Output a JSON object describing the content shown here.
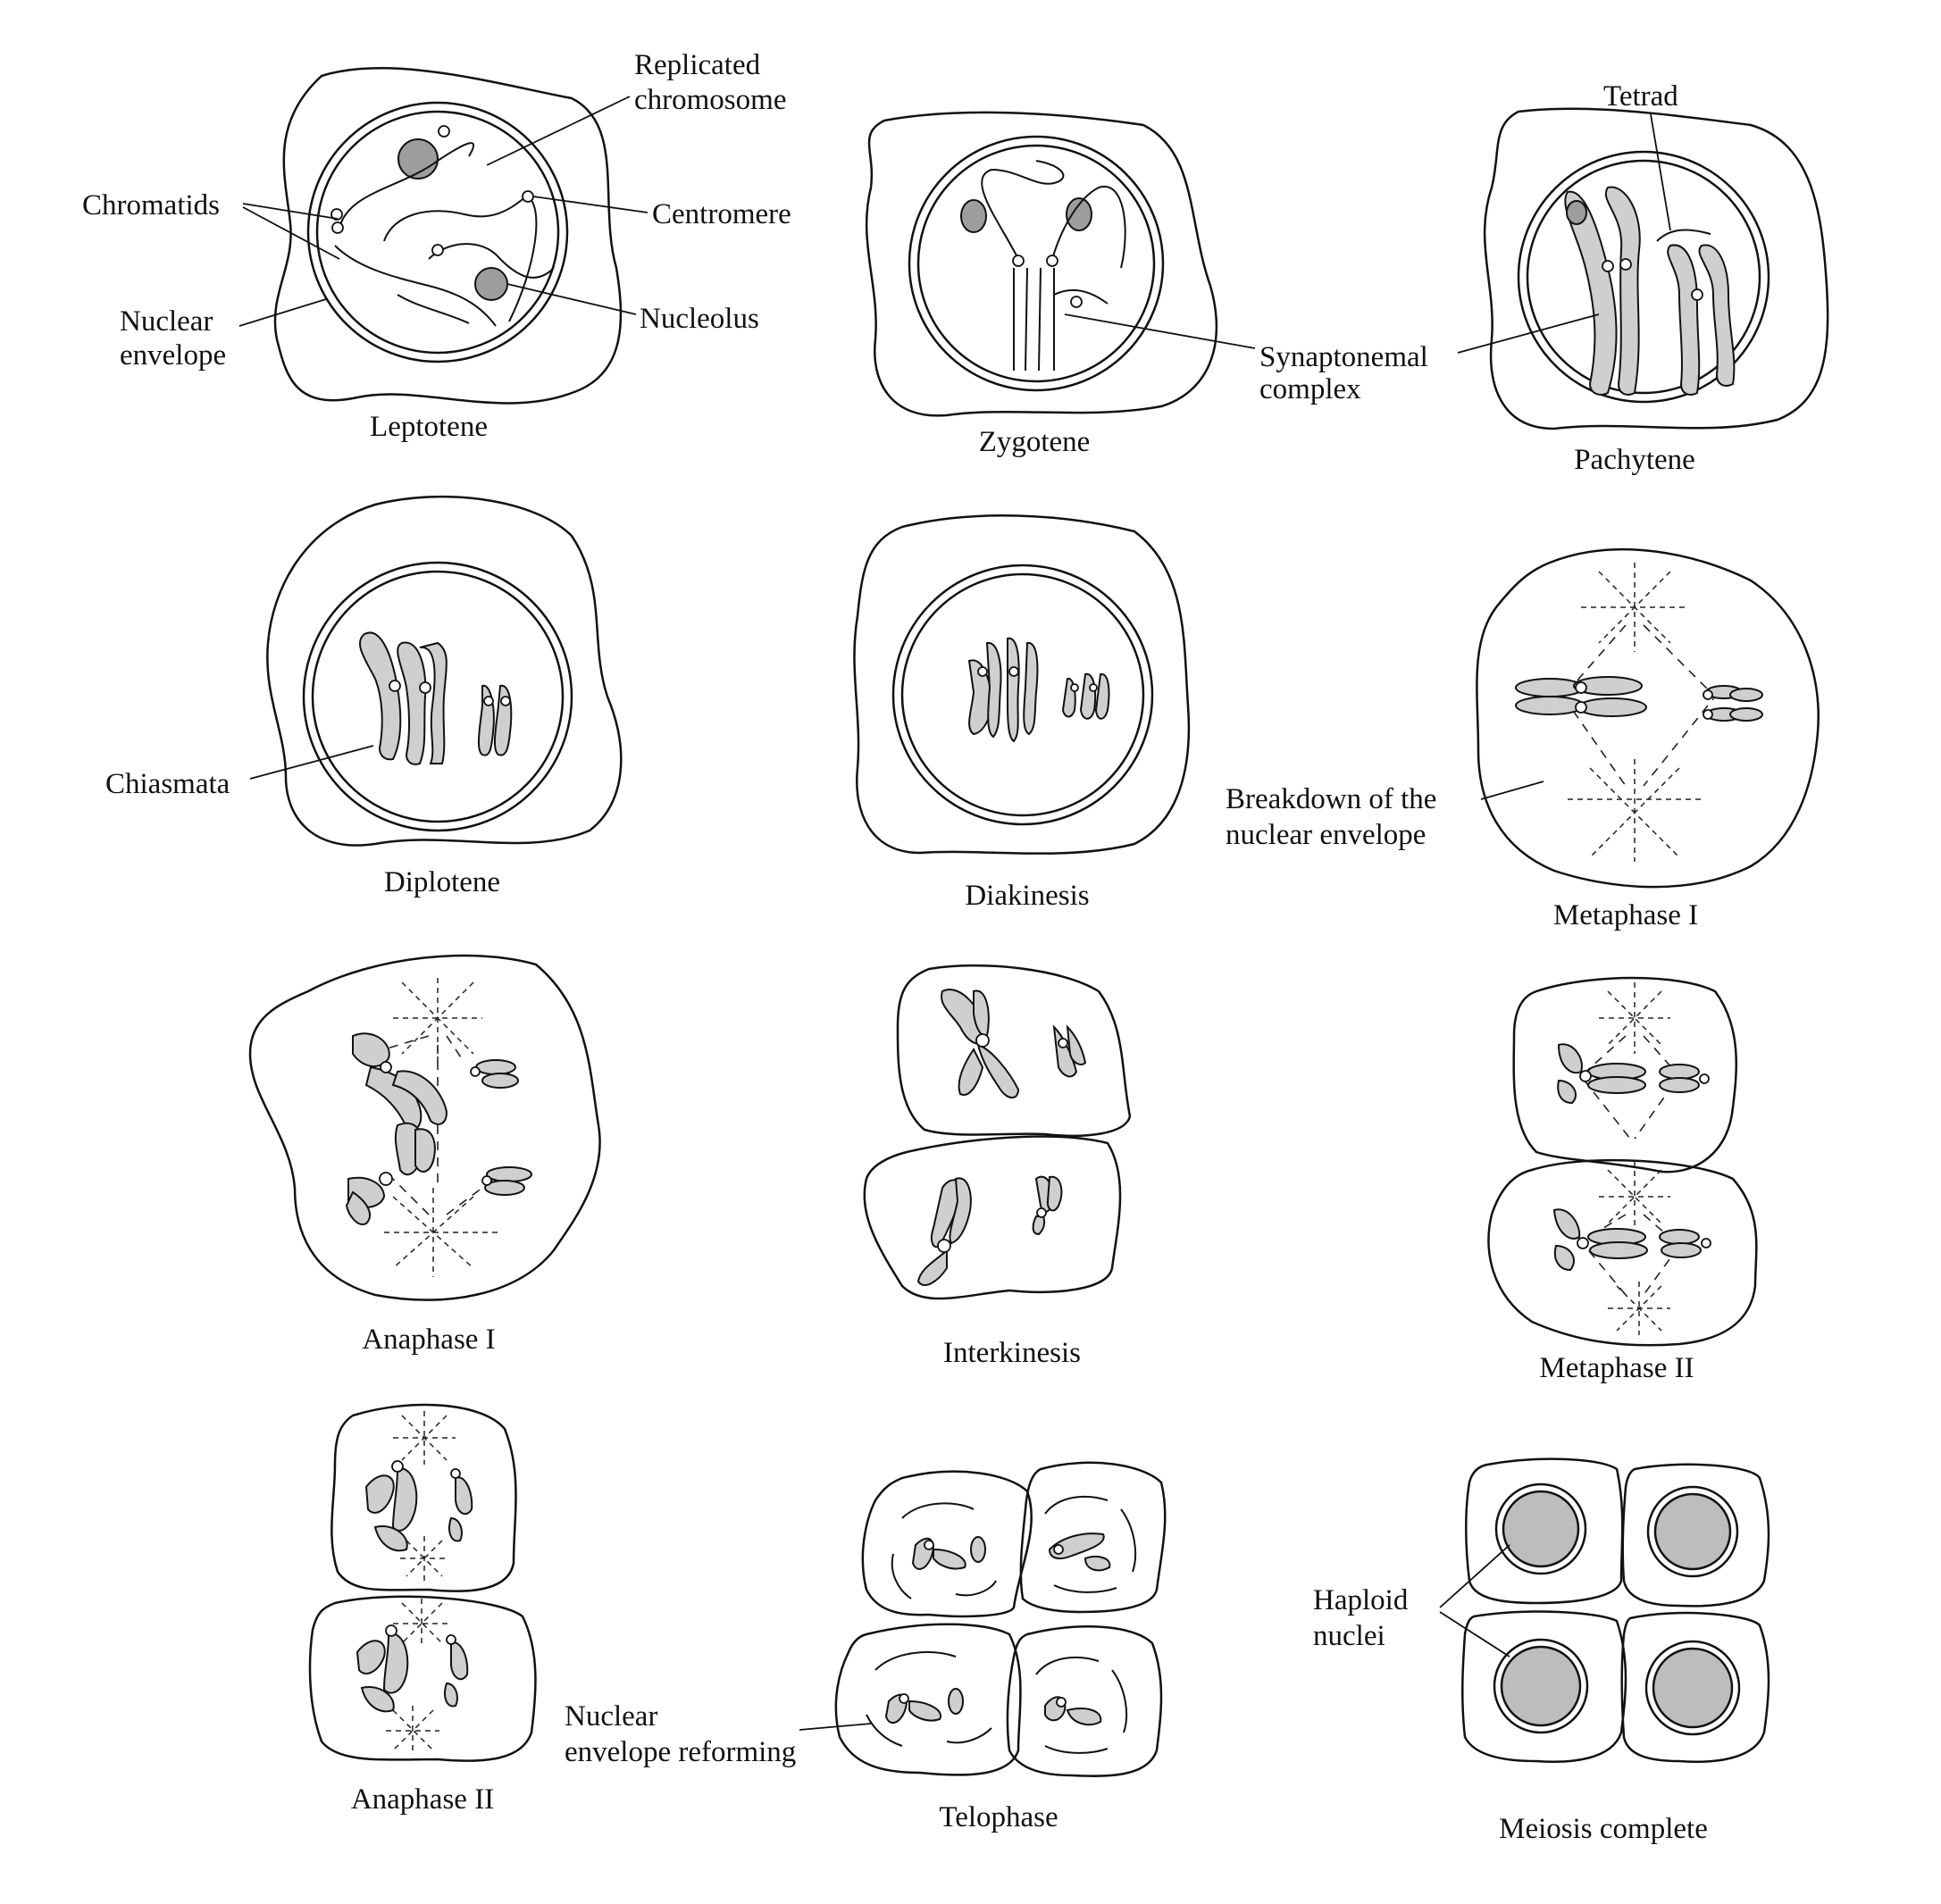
{
  "stages": {
    "leptotene": "Leptotene",
    "zygotene": "Zygotene",
    "pachytene": "Pachytene",
    "diplotene": "Diplotene",
    "diakinesis": "Diakinesis",
    "metaphase1": "Metaphase I",
    "anaphase1": "Anaphase I",
    "interkinesis": "Interkinesis",
    "metaphase2": "Metaphase II",
    "anaphase2": "Anaphase II",
    "telophase": "Telophase",
    "complete": "Meiosis complete"
  },
  "labels": {
    "replicated_1": "Replicated",
    "replicated_2": "chromosome",
    "chromatids": "Chromatids",
    "centromere": "Centromere",
    "nuclear_env_1": "Nuclear",
    "nuclear_env_2": "envelope",
    "nucleolus": "Nucleolus",
    "tetrad": "Tetrad",
    "synaptonemal_1": "Synaptonemal",
    "synaptonemal_2": "complex",
    "chiasmata": "Chiasmata",
    "breakdown_1": "Breakdown of the",
    "breakdown_2": "nuclear envelope",
    "reforming_1": "Nuclear",
    "reforming_2": "envelope reforming",
    "haploid_1": "Haploid",
    "haploid_2": "nuclei"
  }
}
